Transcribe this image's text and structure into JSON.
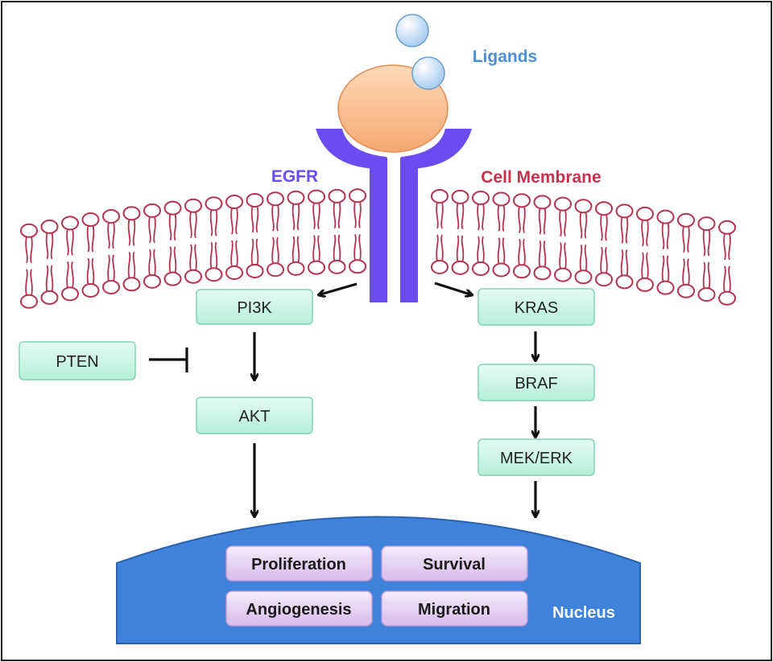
{
  "labels": {
    "ligands": "Ligands",
    "egfr": "EGFR",
    "membrane": "Cell Membrane",
    "nucleus": "Nucleus"
  },
  "pathways": {
    "left": [
      "PI3K",
      "AKT"
    ],
    "inhibitor": "PTEN",
    "right": [
      "KRAS",
      "BRAF",
      "MEK/ERK"
    ]
  },
  "outcomes": [
    "Proliferation",
    "Survival",
    "Angiogenesis",
    "Migration"
  ],
  "colors": {
    "ligand": "#4a90d9",
    "receptor": "#6a4cf0",
    "membrane": "#c8304e",
    "nucleus": "#3f82dc",
    "pathway_box": "#c9f5e4",
    "outcome_box": "#e4d0f2"
  }
}
